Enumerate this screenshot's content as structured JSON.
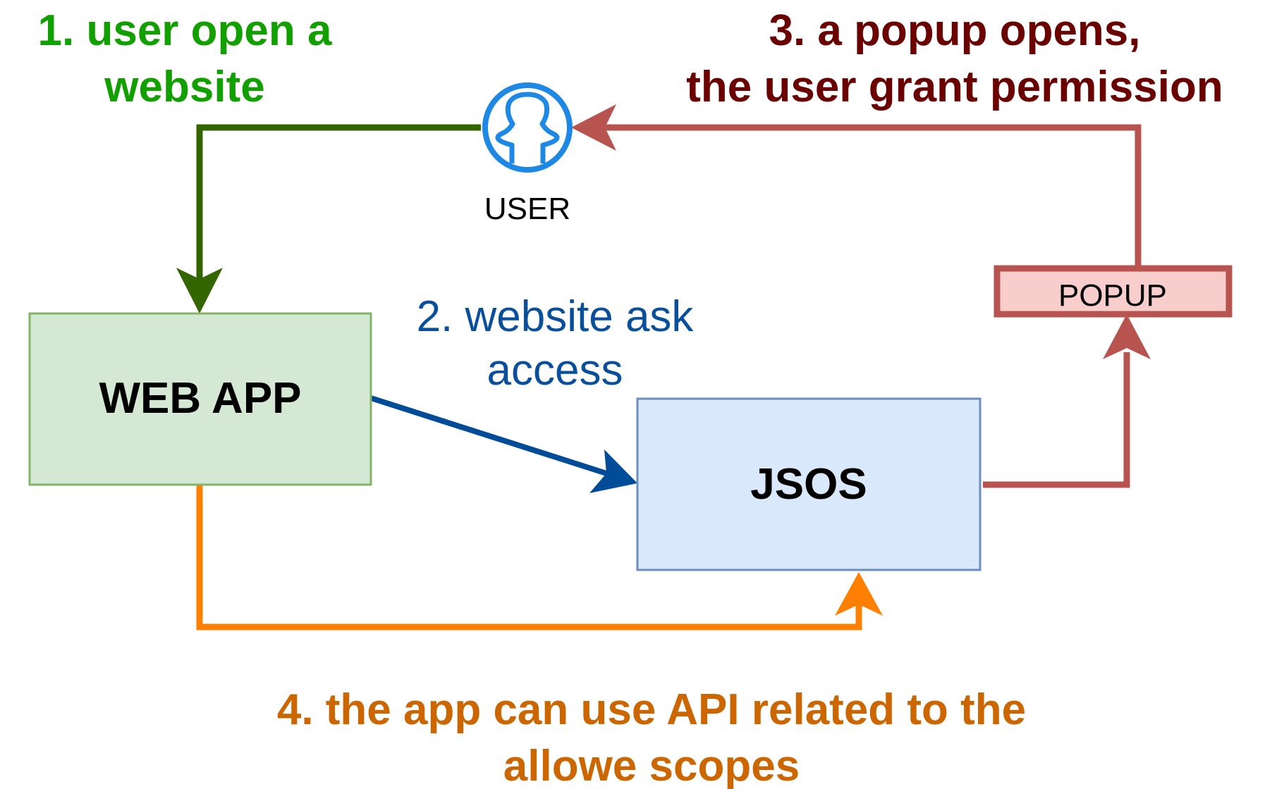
{
  "labels": {
    "step1": {
      "line1": "1. user open a",
      "line2": "website",
      "color": "#11A000"
    },
    "step2": {
      "line1": "2. website ask",
      "line2": "access",
      "color": "#0A4F9C"
    },
    "step3": {
      "line1": "3. a popup opens,",
      "line2": "the user grant permission",
      "color": "#6B0000"
    },
    "step4": {
      "line1": "4. the app can use API related to the",
      "line2": "allowe scopes",
      "color": "#CC6600"
    }
  },
  "nodes": {
    "user": {
      "label": "USER",
      "icon": "user-icon",
      "color": "#1E88E5"
    },
    "web_app": {
      "label": "WEB APP",
      "fill": "#D5E8D4",
      "stroke": "#82B366"
    },
    "jsos": {
      "label": "JSOS",
      "fill": "#DAE8FC",
      "stroke": "#6C8EBF"
    },
    "popup": {
      "label": "POPUP",
      "fill": "#F8CECC",
      "stroke": "#B85450"
    }
  },
  "connectors": {
    "user_to_webapp": "#336600",
    "webapp_to_jsos": "#004C99",
    "jsos_to_popup": "#B85450",
    "popup_to_user": "#B85450",
    "webapp_to_jsos_api": "#FF8000"
  }
}
